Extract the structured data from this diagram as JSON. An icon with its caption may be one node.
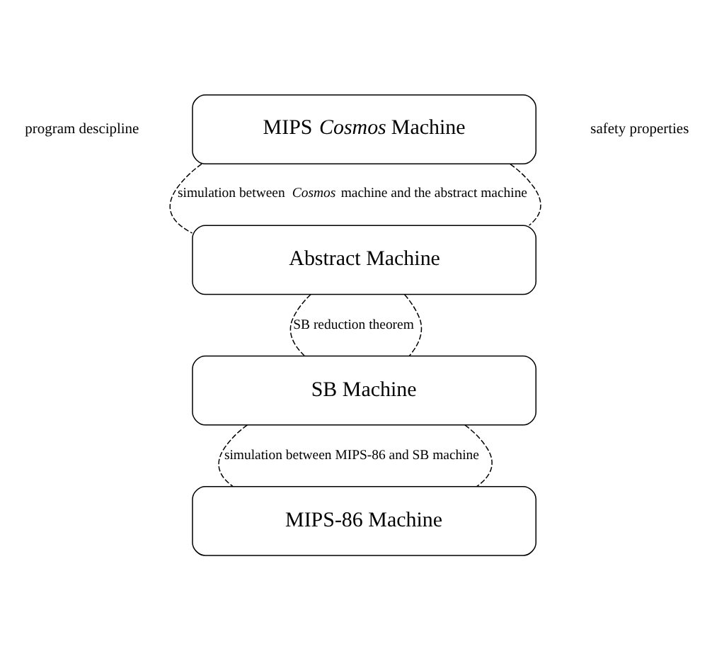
{
  "diagram": {
    "nodes": [
      {
        "text": [
          "MIPS *Cosmos* Machine"
        ]
      },
      {
        "text": [
          "Abstract Machine"
        ]
      },
      {
        "text": [
          "SB Machine"
        ]
      },
      {
        "text": [
          "MIPS-86 Machine"
        ]
      }
    ],
    "edges": [
      {
        "from": 0,
        "to": 1,
        "arrow": "none",
        "style": "dashed",
        "label": "simulation between *Cosmos* machine and the abstract machine"
      },
      {
        "from": 0,
        "to": 1,
        "arrow": "none",
        "style": "dashed"
      },
      {
        "from": 1,
        "to": 2,
        "arrow": "none",
        "style": "dashed",
        "label": "SB reduction theorem"
      },
      {
        "from": 1,
        "to": 2,
        "arrow": "none",
        "style": "dashed"
      },
      {
        "from": 2,
        "to": 3,
        "arrow": "none",
        "style": "dashed",
        "label": "simulation between MIPS-86 and SB machine"
      },
      {
        "from": 2,
        "to": 3,
        "arrow": "none",
        "style": "dashed"
      }
    ],
    "labels": [
      "program descipline",
      "safety properties"
    ]
  }
}
